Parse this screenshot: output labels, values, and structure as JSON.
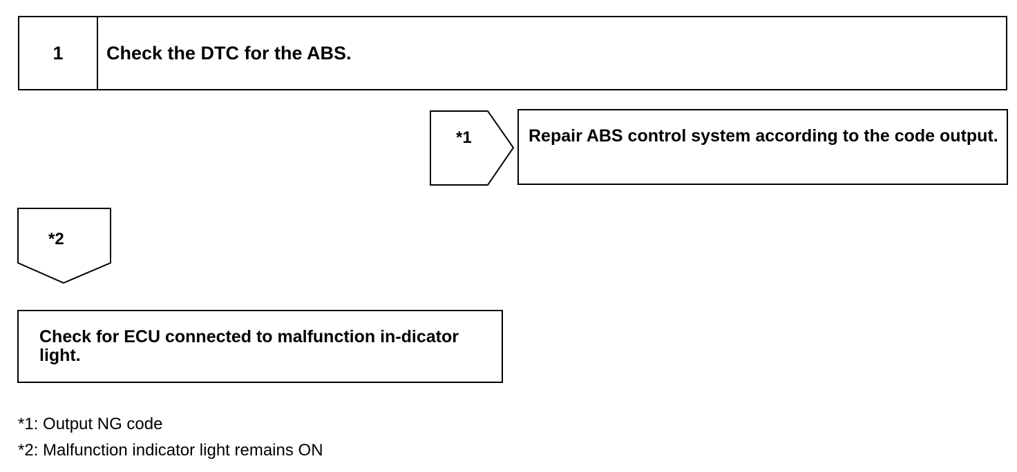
{
  "step": {
    "number": "1",
    "title": "Check the DTC for the ABS."
  },
  "branch_right": {
    "label": "*1",
    "action": "Repair ABS control system according to the code output."
  },
  "branch_down": {
    "label": "*2",
    "next_check": "Check for ECU connected to malfunction in-dicator light."
  },
  "notes": [
    "*1: Output NG code",
    "*2: Malfunction indicator light remains ON"
  ]
}
